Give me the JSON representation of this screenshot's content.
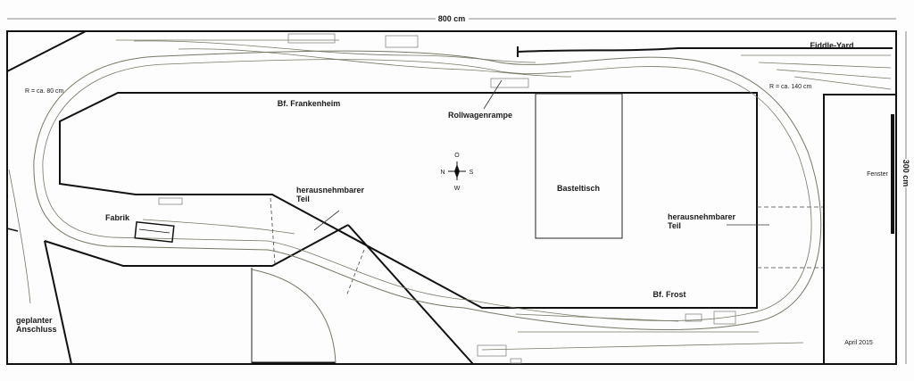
{
  "labels": {
    "width_dim": "800 cm",
    "height_dim": "300 cm",
    "fiddle_yard": "Fiddle-Yard",
    "radius_left": "R = ca. 80 cm",
    "radius_right": "R = ca. 140 cm",
    "station_north": "Bf. Frankenheim",
    "rollwagenrampe": "Rollwagenrampe",
    "compass_n": "O",
    "compass_w": "N",
    "compass_e": "S",
    "compass_s": "W",
    "basteltisch": "Basteltisch",
    "removable_left_1": "herausnehmbarer",
    "removable_left_2": "Teil",
    "removable_right_1": "herausnehmbarer",
    "removable_right_2": "Teil",
    "fabrik": "Fabrik",
    "fenster": "Fenster",
    "station_south": "Bf. Frost",
    "planned_1": "geplanter",
    "planned_2": "Anschluss",
    "date": "April 2015"
  },
  "colors": {
    "wall": "#111111",
    "track": "#777766",
    "dim": "#444444"
  }
}
